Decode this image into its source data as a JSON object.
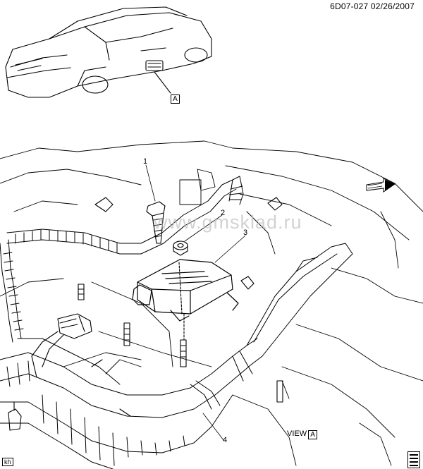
{
  "header": {
    "code": "6D07-027  02/26/2007"
  },
  "watermark": "www.gmsklad.ru",
  "callouts": [
    {
      "number": "1"
    },
    {
      "number": "2"
    },
    {
      "number": "3"
    },
    {
      "number": "4"
    }
  ],
  "detail_marker": {
    "letter": "A"
  },
  "view": {
    "label": "VIEW",
    "letter": "A"
  },
  "artist_tag": "kh",
  "colors": {
    "line": "#000000",
    "watermark": "#c0c0c0",
    "background": "#ffffff"
  },
  "icons": [
    "front-arrow-icon",
    "document-icon"
  ]
}
